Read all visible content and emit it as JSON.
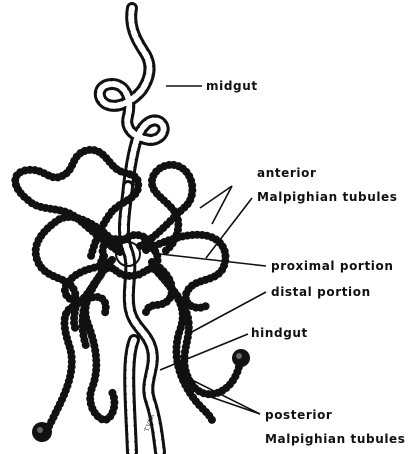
{
  "labels": {
    "midgut": "midgut",
    "anterior_line1": "anterior",
    "anterior_line2": "Malpighian tubules",
    "proximal": "proximal portion",
    "distal": "distal portion",
    "hindgut": "hindgut",
    "posterior_line1": "posterior",
    "posterior_line2": "Malpighian tubules"
  },
  "colors": {
    "ink": "#111111",
    "paper": "#ffffff"
  }
}
